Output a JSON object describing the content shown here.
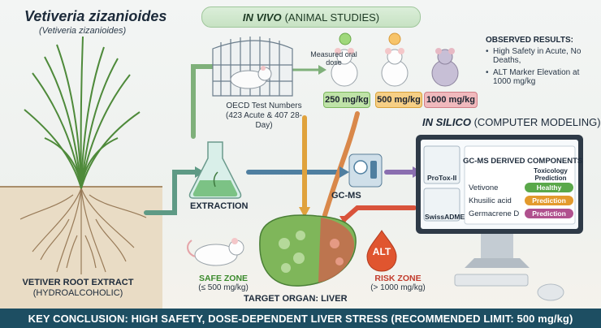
{
  "header": {
    "title": "Vetiveria zizanioides",
    "subtitle": "(Vetiveria zizanioides)"
  },
  "in_vivo": {
    "banner_main": "IN VIVO",
    "banner_rest": "(ANIMAL STUDIES)",
    "measured": "Measured oral dose",
    "doses": [
      "250 mg/kg",
      "500 mg/kg",
      "1000 mg/kg"
    ],
    "oecd_title": "OECD Test Numbers",
    "oecd_detail": "(423 Acute & 407 28-Day)"
  },
  "observed": {
    "title": "OBSERVED RESULTS:",
    "items": [
      "High Safety in Acute, No Deaths,",
      "ALT Marker Elevation at 1000 mg/kg"
    ]
  },
  "in_silico": {
    "label_main": "IN SILICO",
    "label_rest": "(COMPUTER MODELING)",
    "screen_header": "GC-MS DERIVED COMPONENTS",
    "tox_header": "Toxicology Prediction",
    "tools": [
      "ProTox-II",
      "SwissADME"
    ],
    "components": [
      {
        "name": "Vetivone",
        "status": "Healthy"
      },
      {
        "name": "Khusilic acid",
        "status": "Prediction"
      },
      {
        "name": "Germacrene D",
        "status": "Prediction"
      }
    ]
  },
  "process": {
    "extraction": "EXTRACTION",
    "gcms": "GC-MS",
    "alt": "ALT"
  },
  "zones": {
    "safe_title": "SAFE ZONE",
    "safe_detail": "(≤ 500 mg/kg)",
    "risk_title": "RISK ZONE",
    "risk_detail": "(> 1000 mg/kg)",
    "target": "TARGET ORGAN: LIVER"
  },
  "plant": {
    "label": "VETIVER ROOT EXTRACT",
    "detail": "(HYDROALCOHOLIC)"
  },
  "footer": {
    "conclusion": "KEY CONCLUSION: HIGH SAFETY, DOSE-DEPENDENT LIVER STRESS (RECOMMENDED LIMIT: 500 mg/kg)"
  },
  "colors": {
    "accent_green": "#5aa84a",
    "accent_orange": "#e39a2d",
    "accent_purple": "#b0518e",
    "footer_bg": "#1d4e62",
    "liver": "#7fb65a",
    "alt_drop": "#e0552f"
  }
}
